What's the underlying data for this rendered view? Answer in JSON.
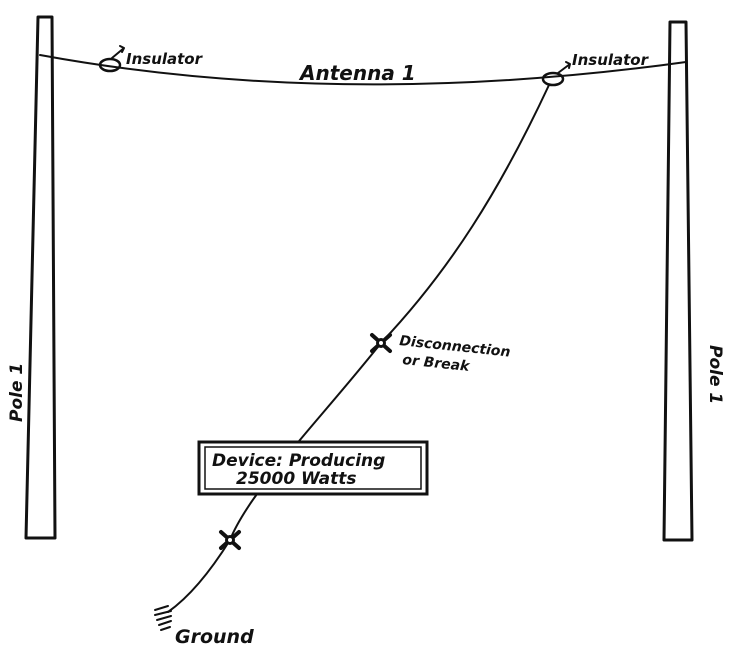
{
  "labels": {
    "antenna": "Antenna 1",
    "insulator_left": "Insulator",
    "insulator_right": "Insulator",
    "pole_left": "Pole 1",
    "pole_right": "Pole 1",
    "disconnection_line1": "Disconnection",
    "disconnection_line2": "or Break",
    "device_line1": "Device:  Producing",
    "device_line2": "25000 Watts",
    "ground": "Ground"
  }
}
